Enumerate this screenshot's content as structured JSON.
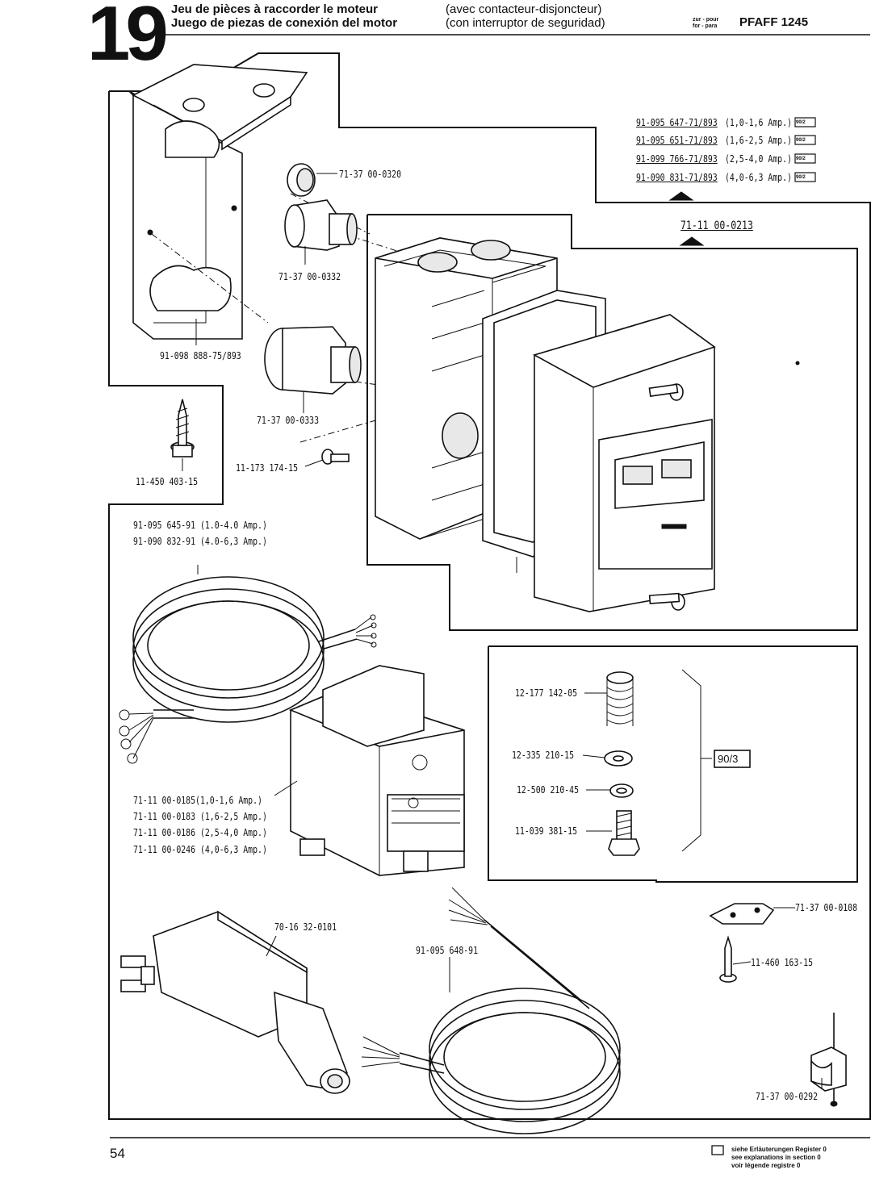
{
  "header": {
    "number": "19",
    "title_fr": "Jeu de pièces à raccorder le moteur",
    "title_es": "Juego de piezas de conexión del motor",
    "sub_fr": "(avec contacteur-disjoncteur)",
    "sub_es": "(con interruptor de seguridad)",
    "for_label_1": "zur - pour",
    "for_label_2": "for - para",
    "machine": "PFAFF 1245"
  },
  "labels": {
    "l_91_095_647": "91-095 647-71/893",
    "l_91_095_647_amp": "(1,0-1,6 Amp.)",
    "l_91_095_651": "91-095 651-71/893",
    "l_91_095_651_amp": "(1,6-2,5 Amp.)",
    "l_91_099_766": "91-099 766-71/893",
    "l_91_099_766_amp": "(2,5-4,0 Amp.)",
    "l_91_090_831": "91-090 831-71/893",
    "l_91_090_831_amp": "(4,0-6,3 Amp.)",
    "badge_90_2": "90/2",
    "l_71_11_00_0213": "71-11 00-0213",
    "l_71_37_00_0320": "71-37 00-0320",
    "l_71_37_00_0332": "71-37 00-0332",
    "l_91_098_888": "91-098 888-75/893",
    "l_71_37_00_0333": "71-37 00-0333",
    "l_11_173_174": "11-173 174-15",
    "l_11_450_403": "11-450 403-15",
    "l_91_095_645": "91-095 645-91 (1.0-4.0 Amp.)",
    "l_91_090_832": "91-090 832-91 (4.0-6,3 Amp.)",
    "l_12_177_142": "12-177 142-05",
    "l_12_335_210": "12-335 210-15",
    "l_12_500_210": "12-500 210-45",
    "l_11_039_381": "11-039 381-15",
    "badge_90_3": "90/3",
    "l_71_11_00_0185": "71-11 00-0185(1,0-1,6 Amp.)",
    "l_71_11_00_0183": "71-11 00-0183 (1,6-2,5 Amp.)",
    "l_71_11_00_0186": "71-11 00-0186 (2,5-4,0 Amp.)",
    "l_71_11_00_0246": "71-11 00-0246 (4,0-6,3 Amp.)",
    "l_70_16_32_0101": "70-16 32-0101",
    "l_91_095_648": "91-095 648-91",
    "l_71_37_00_0108": "71-37 00-0108",
    "l_11_460_163": "11-460 163-15",
    "l_71_37_00_0292": "71-37 00-0292"
  },
  "footer": {
    "page_number": "54",
    "note_1": "siehe Erläuterungen Register 0",
    "note_2": "see explanations in section 0",
    "note_3": "voir légende registre 0"
  }
}
